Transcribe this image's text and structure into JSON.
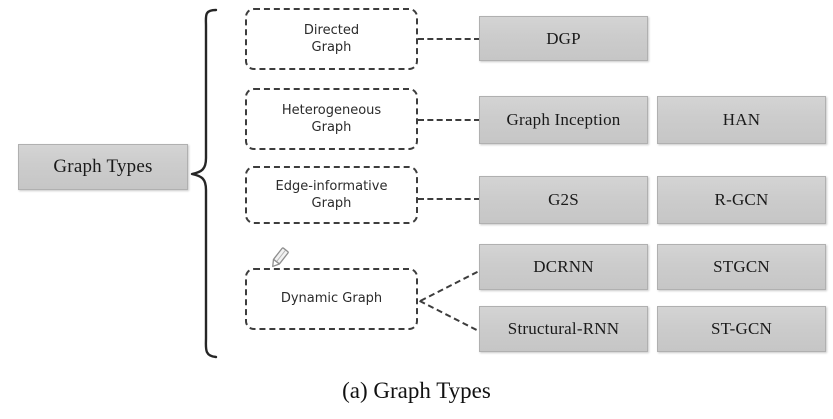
{
  "figure": {
    "caption": "(a) Graph Types",
    "root": {
      "label": "Graph Types"
    },
    "colors": {
      "box_fill": "#cccccc",
      "box_border": "#b0b0b0",
      "dashed_stroke": "#3d3d3d",
      "text": "#1a1a1a",
      "background": "#ffffff"
    },
    "categories": [
      {
        "id": "directed-graph",
        "label": "Directed\nGraph",
        "line1": "Directed",
        "line2": "Graph",
        "models": [
          {
            "label": "DGP"
          }
        ]
      },
      {
        "id": "heterogeneous-graph",
        "label": "Heterogeneous\nGraph",
        "line1": "Heterogeneous",
        "line2": "Graph",
        "models": [
          {
            "label": "Graph Inception"
          },
          {
            "label": "HAN"
          }
        ]
      },
      {
        "id": "edge-informative-graph",
        "label": "Edge-informative\nGraph",
        "line1": "Edge-informative",
        "line2": "Graph",
        "models": [
          {
            "label": "G2S"
          },
          {
            "label": "R-GCN"
          }
        ]
      },
      {
        "id": "dynamic-graph",
        "label": "Dynamic Graph",
        "line1": "Dynamic Graph",
        "line2": "",
        "models": [
          {
            "label": "DCRNN"
          },
          {
            "label": "STGCN"
          },
          {
            "label": "Structural-RNN"
          },
          {
            "label": "ST-GCN"
          }
        ]
      }
    ],
    "cursor": {
      "icon": "pencil-cursor-icon"
    }
  }
}
